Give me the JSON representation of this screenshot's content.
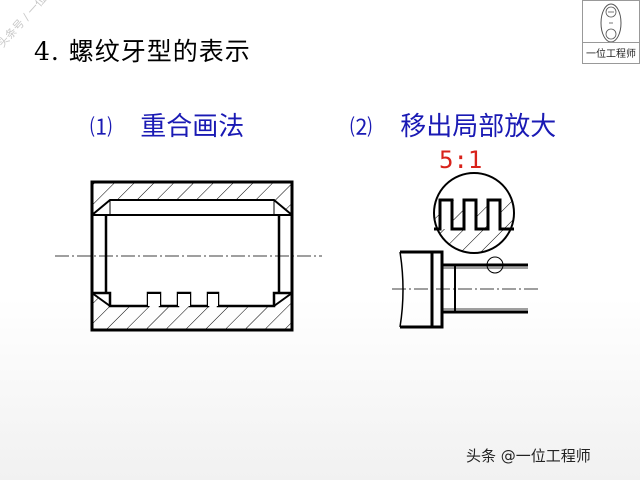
{
  "heading": "4. 螺纹牙型的表示",
  "section1": {
    "num": "⑴",
    "label": "重合画法"
  },
  "section2": {
    "num": "⑵",
    "label": "移出局部放大"
  },
  "scale_label": "5:1",
  "watermark": "头条号 / 一位工程师",
  "logo": {
    "label": "一位工程师"
  },
  "footer": "头条 @一位工程师",
  "colors": {
    "heading_blue": "#1a1ab4",
    "scale_red": "#d8221b",
    "line": "#000000"
  }
}
